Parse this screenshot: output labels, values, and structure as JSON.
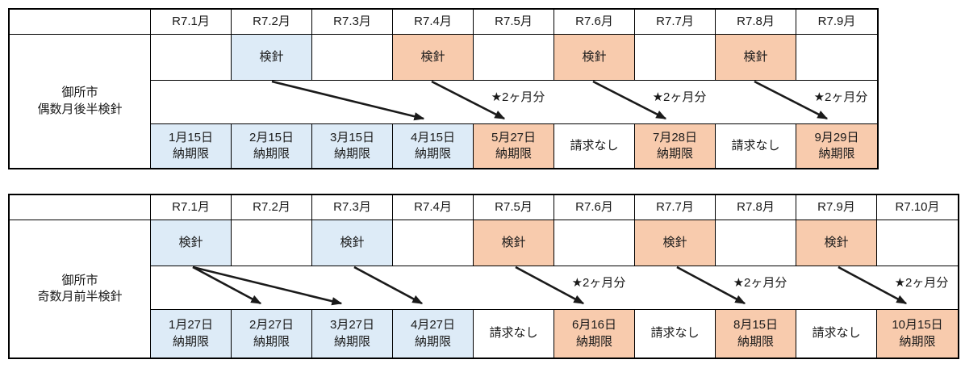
{
  "colors": {
    "cell_blue": "#DDEBF7",
    "cell_orange": "#F8CBAD",
    "border": "#000000",
    "text": "#1A1A1A"
  },
  "tables": [
    {
      "label": "御所市\n偶数月後半検針",
      "months": [
        "R7.1月",
        "R7.2月",
        "R7.3月",
        "R7.4月",
        "R7.5月",
        "R7.6月",
        "R7.7月",
        "R7.8月",
        "R7.9月"
      ],
      "kenshin": [
        {
          "text": "",
          "fill": "white"
        },
        {
          "text": "検針",
          "fill": "blue"
        },
        {
          "text": "",
          "fill": "white"
        },
        {
          "text": "検針",
          "fill": "orange"
        },
        {
          "text": "",
          "fill": "white"
        },
        {
          "text": "検針",
          "fill": "orange"
        },
        {
          "text": "",
          "fill": "white"
        },
        {
          "text": "検針",
          "fill": "orange"
        },
        {
          "text": "",
          "fill": "white"
        }
      ],
      "deadlines": [
        {
          "text": "1月15日\n納期限",
          "fill": "blue"
        },
        {
          "text": "2月15日\n納期限",
          "fill": "blue"
        },
        {
          "text": "3月15日\n納期限",
          "fill": "blue"
        },
        {
          "text": "4月15日\n納期限",
          "fill": "blue"
        },
        {
          "text": "5月27日\n納期限",
          "fill": "orange"
        },
        {
          "text": "請求なし",
          "fill": "white"
        },
        {
          "text": "7月28日\n納期限",
          "fill": "orange"
        },
        {
          "text": "請求なし",
          "fill": "white"
        },
        {
          "text": "9月29日\n納期限",
          "fill": "orange"
        }
      ],
      "star_notes": [
        "★2ヶ月分",
        "★2ヶ月分",
        "★2ヶ月分"
      ]
    },
    {
      "label": "御所市\n奇数月前半検針",
      "months": [
        "R7.1月",
        "R7.2月",
        "R7.3月",
        "R7.4月",
        "R7.5月",
        "R7.6月",
        "R7.7月",
        "R7.8月",
        "R7.9月",
        "R7.10月"
      ],
      "kenshin": [
        {
          "text": "検針",
          "fill": "blue"
        },
        {
          "text": "",
          "fill": "white"
        },
        {
          "text": "検針",
          "fill": "blue"
        },
        {
          "text": "",
          "fill": "white"
        },
        {
          "text": "検針",
          "fill": "orange"
        },
        {
          "text": "",
          "fill": "white"
        },
        {
          "text": "検針",
          "fill": "orange"
        },
        {
          "text": "",
          "fill": "white"
        },
        {
          "text": "検針",
          "fill": "orange"
        },
        {
          "text": "",
          "fill": "white"
        }
      ],
      "deadlines": [
        {
          "text": "1月27日\n納期限",
          "fill": "blue"
        },
        {
          "text": "2月27日\n納期限",
          "fill": "blue"
        },
        {
          "text": "3月27日\n納期限",
          "fill": "blue"
        },
        {
          "text": "4月27日\n納期限",
          "fill": "blue"
        },
        {
          "text": "請求なし",
          "fill": "white"
        },
        {
          "text": "6月16日\n納期限",
          "fill": "orange"
        },
        {
          "text": "請求なし",
          "fill": "white"
        },
        {
          "text": "8月15日\n納期限",
          "fill": "orange"
        },
        {
          "text": "請求なし",
          "fill": "white"
        },
        {
          "text": "10月15日\n納期限",
          "fill": "orange"
        }
      ],
      "star_notes": [
        "★2ヶ月分",
        "★2ヶ月分",
        "★2ヶ月分"
      ]
    }
  ]
}
